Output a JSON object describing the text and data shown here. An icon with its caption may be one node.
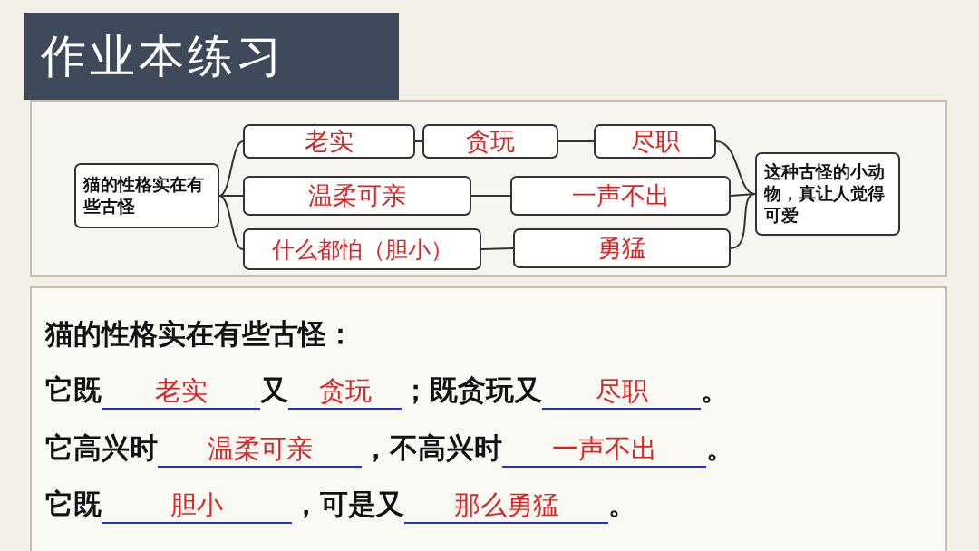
{
  "diagram": {
    "title": "作业本练习",
    "nodes": [
      {
        "text": [
          "猫的性格实在有些古怪"
        ]
      },
      {
        "text": [
          "老实"
        ]
      },
      {
        "text": [
          "贪玩"
        ]
      },
      {
        "text": [
          "尽职"
        ]
      },
      {
        "text": [
          "温柔可亲"
        ]
      },
      {
        "text": [
          "一声不出"
        ]
      },
      {
        "text": [
          "什么都怕（胆小）"
        ]
      },
      {
        "text": [
          "勇猛"
        ]
      },
      {
        "text": [
          "这种古怪的小动物，真让人觉得可爱"
        ]
      }
    ],
    "edges": [
      {
        "from": 0,
        "to": 1,
        "arrow": "none"
      },
      {
        "from": 0,
        "to": 4,
        "arrow": "none"
      },
      {
        "from": 0,
        "to": 6,
        "arrow": "none"
      },
      {
        "from": 1,
        "to": 2,
        "arrow": "none"
      },
      {
        "from": 2,
        "to": 3,
        "arrow": "none"
      },
      {
        "from": 4,
        "to": 5,
        "arrow": "none"
      },
      {
        "from": 6,
        "to": 7,
        "arrow": "none"
      },
      {
        "from": 3,
        "to": 8,
        "arrow": "none"
      },
      {
        "from": 5,
        "to": 8,
        "arrow": "none"
      },
      {
        "from": 7,
        "to": 8,
        "arrow": "none"
      }
    ],
    "labels": [
      "猫的性格实在有些古怪：",
      "它既",
      "老实",
      "又",
      "贪玩",
      "；既贪玩又",
      "尽职",
      "。",
      "它高兴时",
      "温柔可亲",
      "，不高兴时",
      "一声不出",
      "。",
      "它既",
      "胆小",
      "，可是又",
      "那么勇猛",
      "。"
    ]
  }
}
